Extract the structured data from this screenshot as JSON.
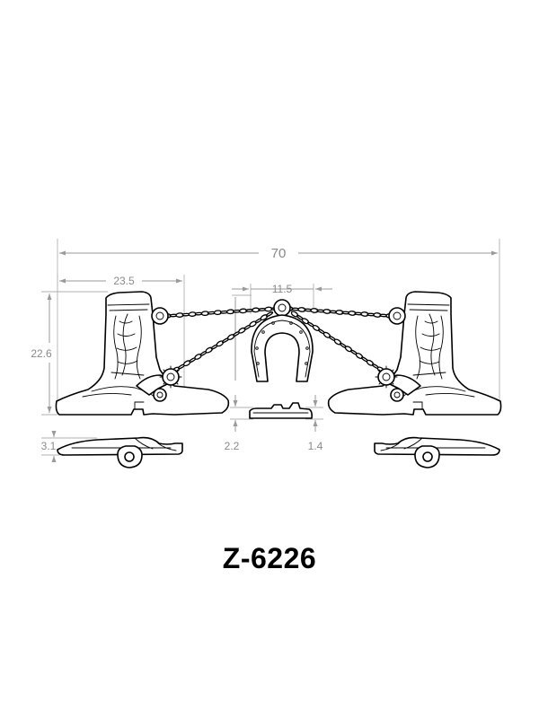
{
  "product_code": "Z-6226",
  "dimensions": {
    "overall_width": "70",
    "boot_width": "23.5",
    "boot_height": "22.6",
    "horseshoe_width": "11.5",
    "horseshoe_height": "2.2",
    "horseshoe_thickness": "1.4",
    "boot_thickness": "3.1"
  }
}
